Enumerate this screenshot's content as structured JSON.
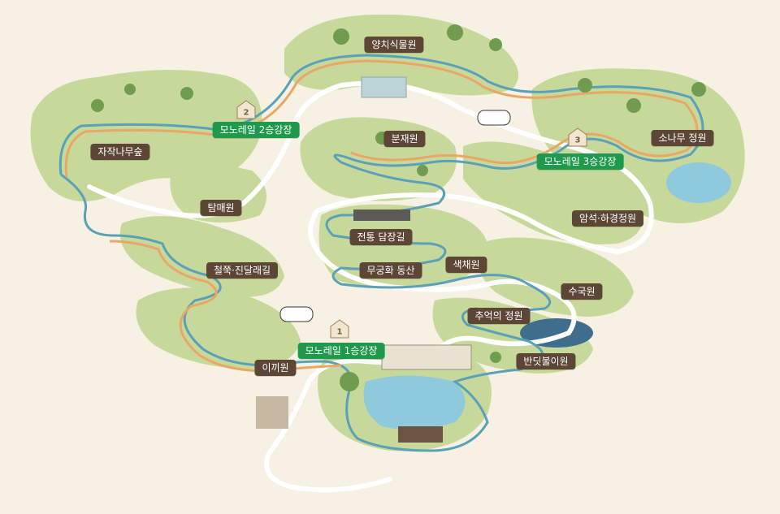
{
  "colors": {
    "background": "#f7f1e3",
    "land": "#c6d99b",
    "land_dark": "#a9c67d",
    "path": "#ffffff",
    "monorail_blue": "#5aa1b8",
    "monorail_orange": "#e9a765",
    "water": "#8fc9dc",
    "label_bg": "#5d4636",
    "station_bg": "#1f9a4c"
  },
  "areas": {
    "tropical_garden": "양치식물원",
    "birch_forest": "자작나무숲",
    "stone_tower_garden": "탐매원",
    "azalea_path": "철쭉·진달래길",
    "moss_garden": "이끼원",
    "bonsai_garden": "분재원",
    "traditional_wall": "전통 담장길",
    "mugunghwa_hill": "무궁화 동산",
    "color_garden": "색채원",
    "rock_garden": "암석·하경정원",
    "pine_garden": "소나무 정원",
    "hydrangea_garden": "수국원",
    "memory_garden": "추억의 정원",
    "firefly_garden": "반딧불이원"
  },
  "stations": {
    "station_1": {
      "label": "모노레일 1승강장",
      "number": "1"
    },
    "station_2": {
      "label": "모노레일 2승강장",
      "number": "2"
    },
    "station_3": {
      "label": "모노레일 3승강장",
      "number": "3"
    }
  }
}
